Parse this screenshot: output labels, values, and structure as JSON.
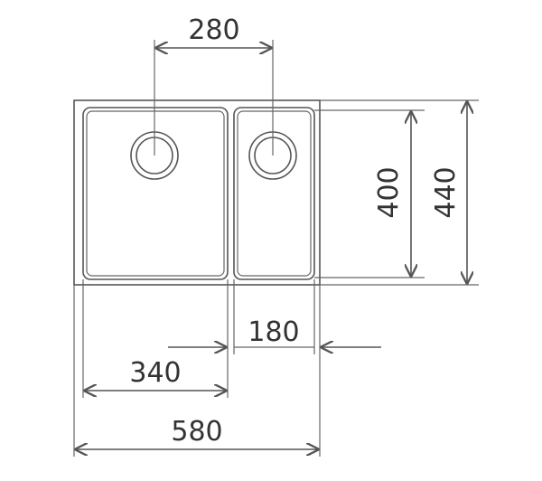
{
  "diagram": {
    "labels": {
      "drain_spacing": "280",
      "inner_height": "400",
      "outer_height": "440",
      "small_bowl_width": "180",
      "large_bowl_width": "340",
      "overall_width": "580"
    }
  },
  "colors": {
    "stroke": "#555555",
    "text": "#333333",
    "background": "#ffffff"
  }
}
